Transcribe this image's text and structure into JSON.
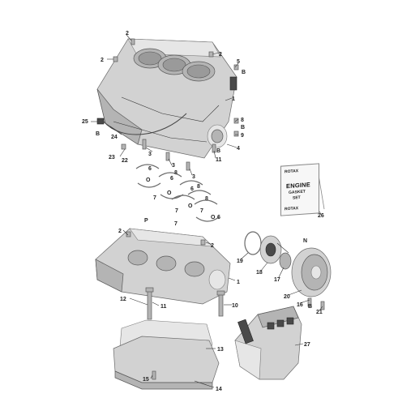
{
  "callouts": {
    "c1": "1",
    "c2": "2",
    "c3": "3",
    "c4": "4",
    "c5": "5",
    "c6": "6",
    "c7": "7",
    "c8": "8",
    "c9": "9",
    "c10": "10",
    "c11": "11",
    "c12": "12",
    "c13": "13",
    "c14": "14",
    "c15": "15",
    "c16": "16",
    "c17": "17",
    "c18": "18",
    "c19": "19",
    "c20": "20",
    "c21": "21",
    "c22": "22",
    "c23": "23",
    "c24": "24",
    "c25": "25",
    "c26": "26",
    "c27": "27"
  },
  "symbols": {
    "loctite": "B",
    "oil": "O",
    "grease": "P",
    "new": "N"
  },
  "kit": {
    "brand_top": "ROTAX",
    "title": "ENGINE",
    "subtitle": "GASKET",
    "set": "SET",
    "brand_bottom": "ROTAX"
  },
  "colors": {
    "part": "#d2d2d2",
    "part_dark": "#b4b4b4",
    "outline": "#6a6a6a",
    "text": "#222222"
  }
}
